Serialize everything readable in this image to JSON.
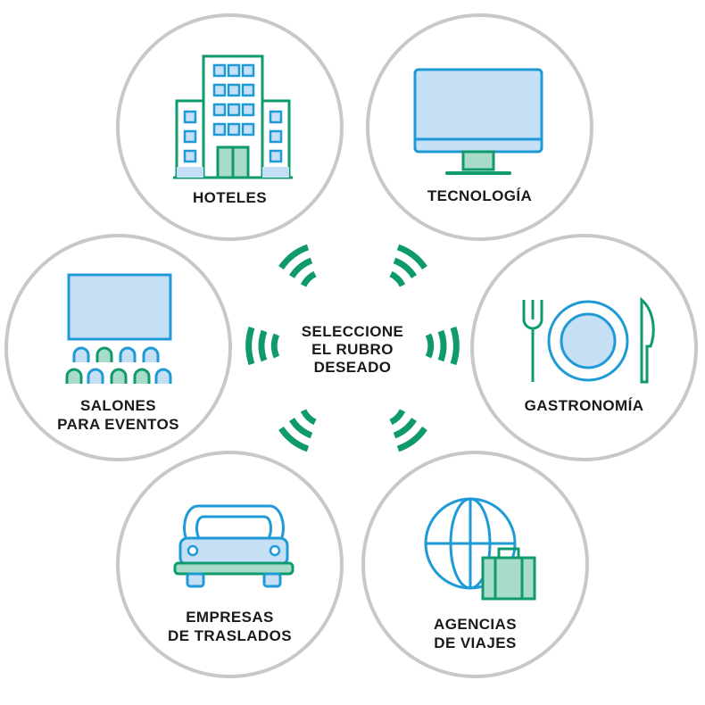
{
  "center": {
    "lines": [
      "SELECCIONE",
      "EL RUBRO",
      "DESEADO"
    ]
  },
  "colors": {
    "green": "#0f9a6e",
    "blue": "#1e9ad6",
    "light_blue": "#c5dff5",
    "light_green": "#a8dcc8",
    "ring": "#c8c8c8",
    "text": "#1a1a1a"
  },
  "sectors": {
    "hoteles": {
      "lines": [
        "HOTELES"
      ],
      "icon": "hotel-building-icon"
    },
    "tecnologia": {
      "lines": [
        "TECNOLOGÍA"
      ],
      "icon": "monitor-icon"
    },
    "salones": {
      "lines": [
        "SALONES",
        "PARA EVENTOS"
      ],
      "icon": "event-hall-icon"
    },
    "gastronomia": {
      "lines": [
        "GASTRONOMÍA"
      ],
      "icon": "plate-cutlery-icon"
    },
    "empresas": {
      "lines": [
        "EMPRESAS",
        "DE TRASLADOS"
      ],
      "icon": "car-icon"
    },
    "agencias": {
      "lines": [
        "AGENCIAS",
        "DE VIAJES"
      ],
      "icon": "globe-suitcase-icon"
    }
  }
}
